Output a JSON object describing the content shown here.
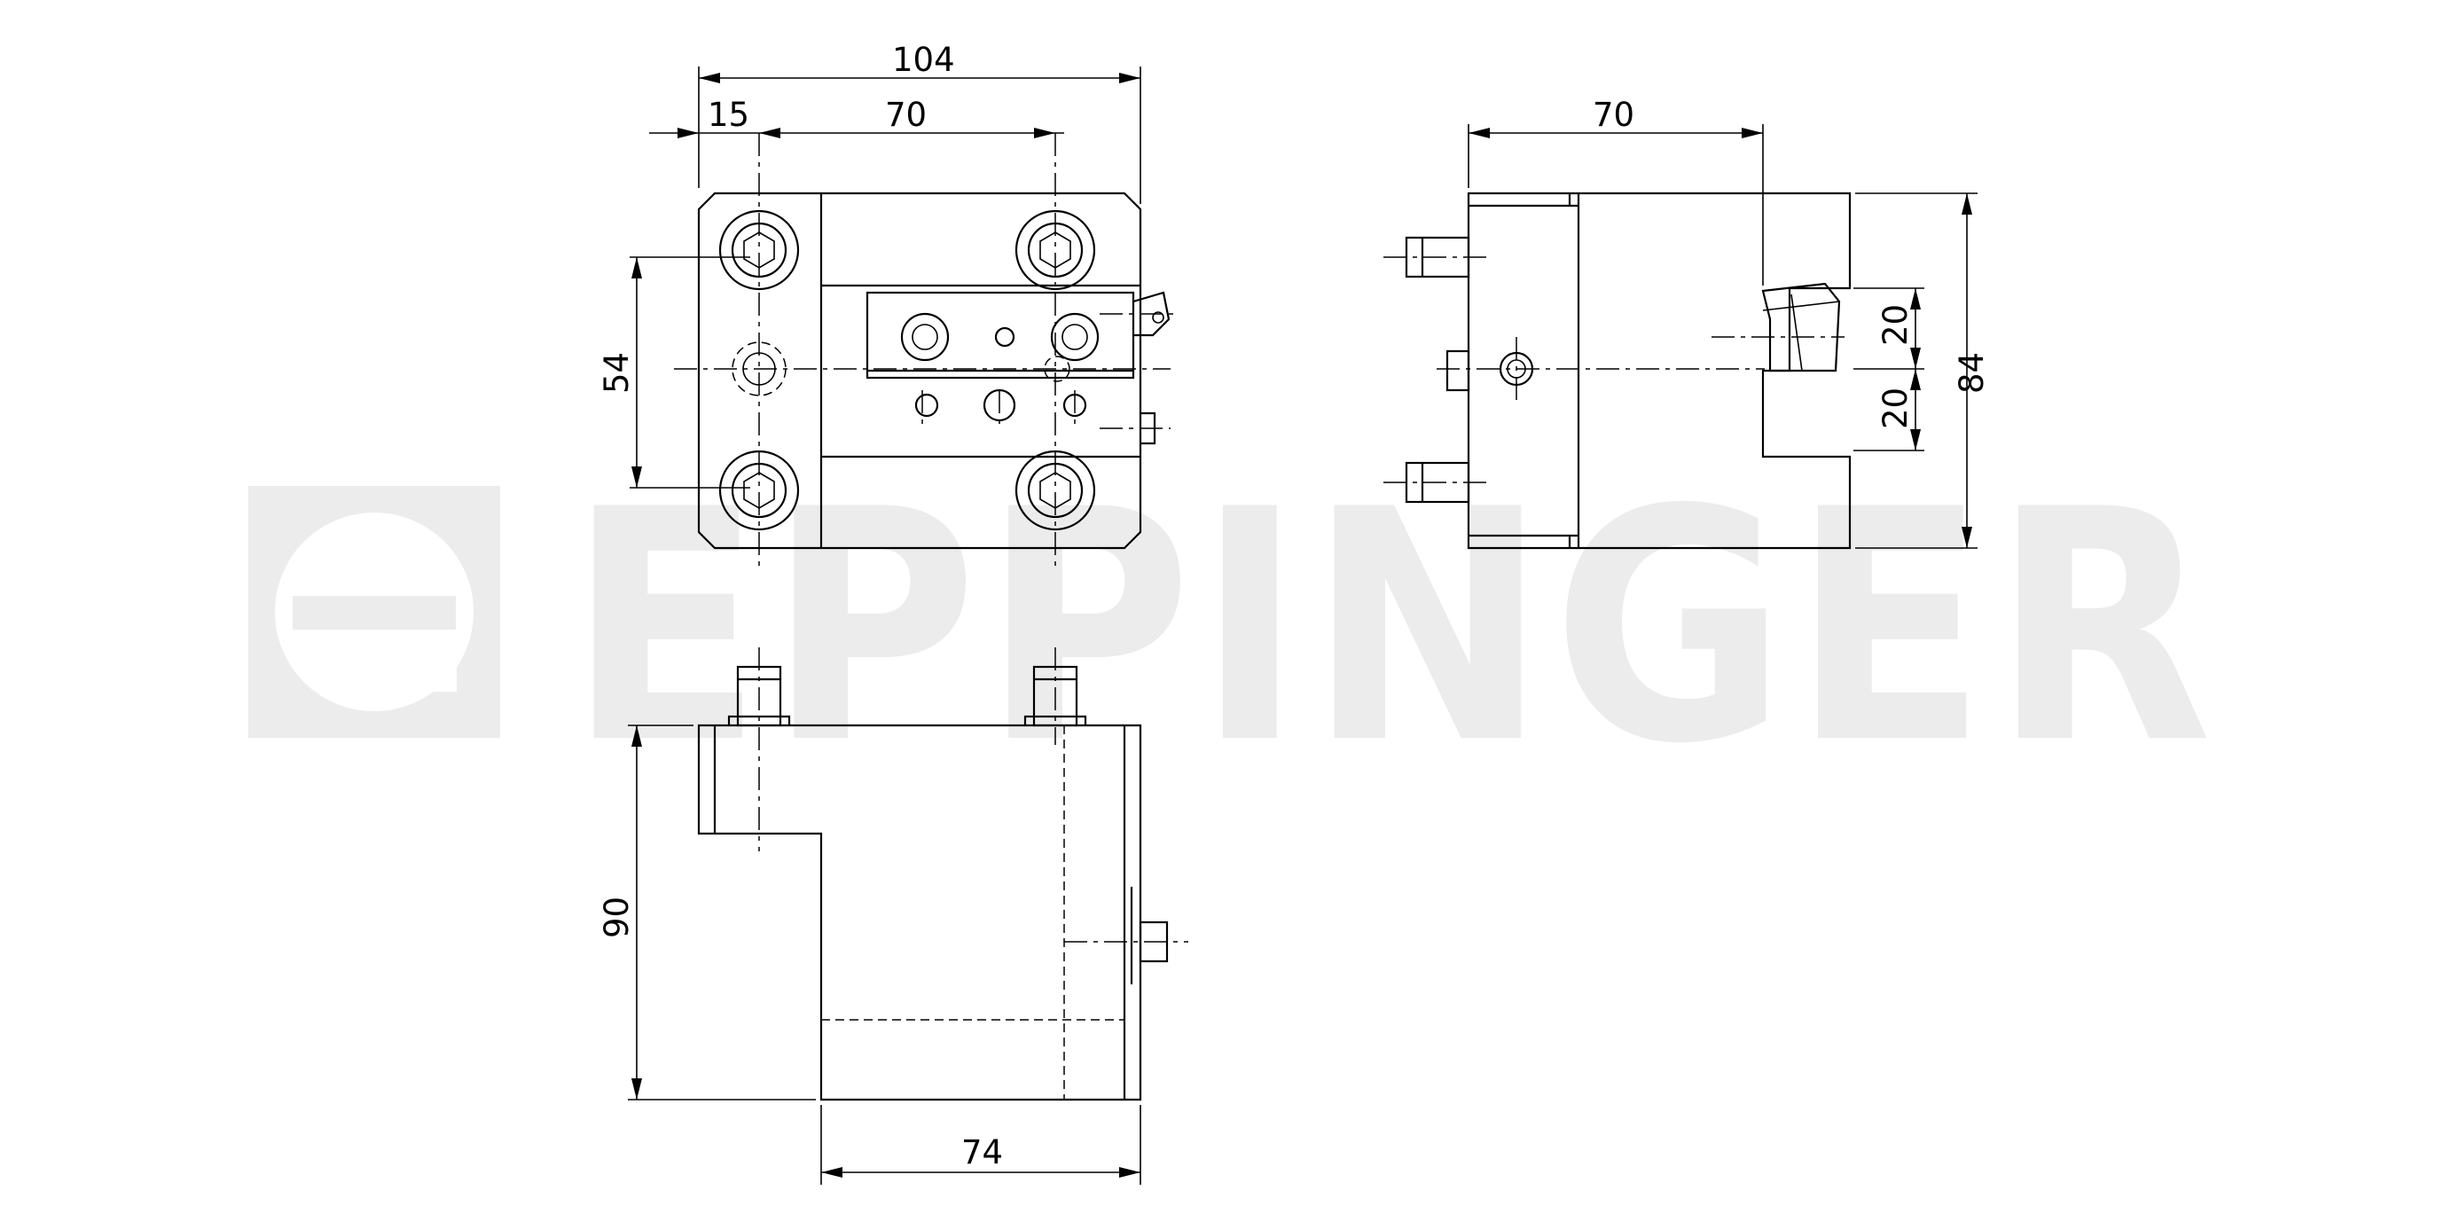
{
  "watermark": {
    "brand": "EPPINGER",
    "color": "#ececec",
    "logo_icon": "eppinger-logo-icon"
  },
  "dimensions": {
    "front_total_width": "104",
    "front_offset_left": "15",
    "front_bolt_spacing": "70",
    "front_height": "54",
    "side_width": "70",
    "side_upper": "20",
    "side_lower": "20",
    "side_height": "84",
    "bottom_height": "90",
    "bottom_width": "74"
  }
}
